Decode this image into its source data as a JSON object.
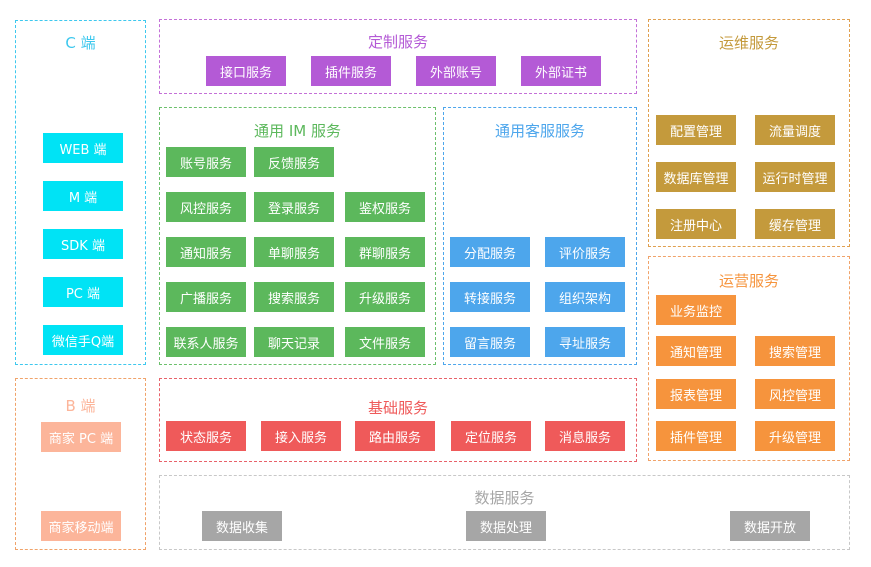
{
  "colors": {
    "cyan": "#00e3f5",
    "purple": "#b45ad6",
    "green": "#5cb85c",
    "blue": "#4da6ec",
    "gold": "#c49a3c",
    "orange": "#f6943d",
    "red": "#ef5a5a",
    "salmon": "#fcb59a",
    "gray": "#a6a6a6"
  },
  "c_end": {
    "title": "C 端",
    "items": [
      "WEB 端",
      "M 端",
      "SDK 端",
      "PC 端",
      "微信手Q端"
    ]
  },
  "b_end": {
    "title": "B 端",
    "items": [
      "商家 PC 端",
      "商家移动端"
    ]
  },
  "custom": {
    "title": "定制服务",
    "items": [
      "接口服务",
      "插件服务",
      "外部账号",
      "外部证书"
    ]
  },
  "im": {
    "title": "通用 IM 服务",
    "items": [
      "账号服务",
      "反馈服务",
      "风控服务",
      "登录服务",
      "鉴权服务",
      "通知服务",
      "单聊服务",
      "群聊服务",
      "广播服务",
      "搜索服务",
      "升级服务",
      "联系人服务",
      "聊天记录",
      "文件服务"
    ]
  },
  "cs": {
    "title": "通用客服服务",
    "items": [
      "分配服务",
      "评价服务",
      "转接服务",
      "组织架构",
      "留言服务",
      "寻址服务"
    ]
  },
  "ops": {
    "title": "运维服务",
    "items": [
      "配置管理",
      "流量调度",
      "数据库管理",
      "运行时管理",
      "注册中心",
      "缓存管理"
    ]
  },
  "biz": {
    "title": "运营服务",
    "items": [
      "业务监控",
      "通知管理",
      "搜索管理",
      "报表管理",
      "风控管理",
      "插件管理",
      "升级管理"
    ]
  },
  "base": {
    "title": "基础服务",
    "items": [
      "状态服务",
      "接入服务",
      "路由服务",
      "定位服务",
      "消息服务"
    ]
  },
  "data": {
    "title": "数据服务",
    "items": [
      "数据收集",
      "数据处理",
      "数据开放"
    ]
  }
}
